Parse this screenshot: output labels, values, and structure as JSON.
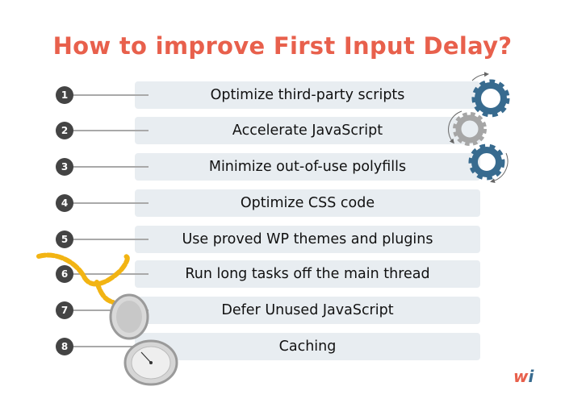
{
  "title": "How to improve First Input Delay?",
  "items": [
    {
      "number": "1",
      "label": "Optimize third-party scripts"
    },
    {
      "number": "2",
      "label": "Accelerate JavaScript"
    },
    {
      "number": "3",
      "label": "Minimize out-of-use polyfills"
    },
    {
      "number": "4",
      "label": "Optimize CSS code"
    },
    {
      "number": "5",
      "label": "Use proved WP themes and plugins"
    },
    {
      "number": "6",
      "label": "Run long tasks off the main thread"
    },
    {
      "number": "7",
      "label": "Defer Unused JavaScript"
    },
    {
      "number": "8",
      "label": "Caching"
    }
  ],
  "logo": {
    "text": "wi"
  },
  "colors": {
    "title": "#e8604c",
    "gear_blue": "#386b8f",
    "gear_gray": "#a6a6a6",
    "badge": "#444444",
    "box": "#e8edf1",
    "chain": "#f2b413"
  }
}
